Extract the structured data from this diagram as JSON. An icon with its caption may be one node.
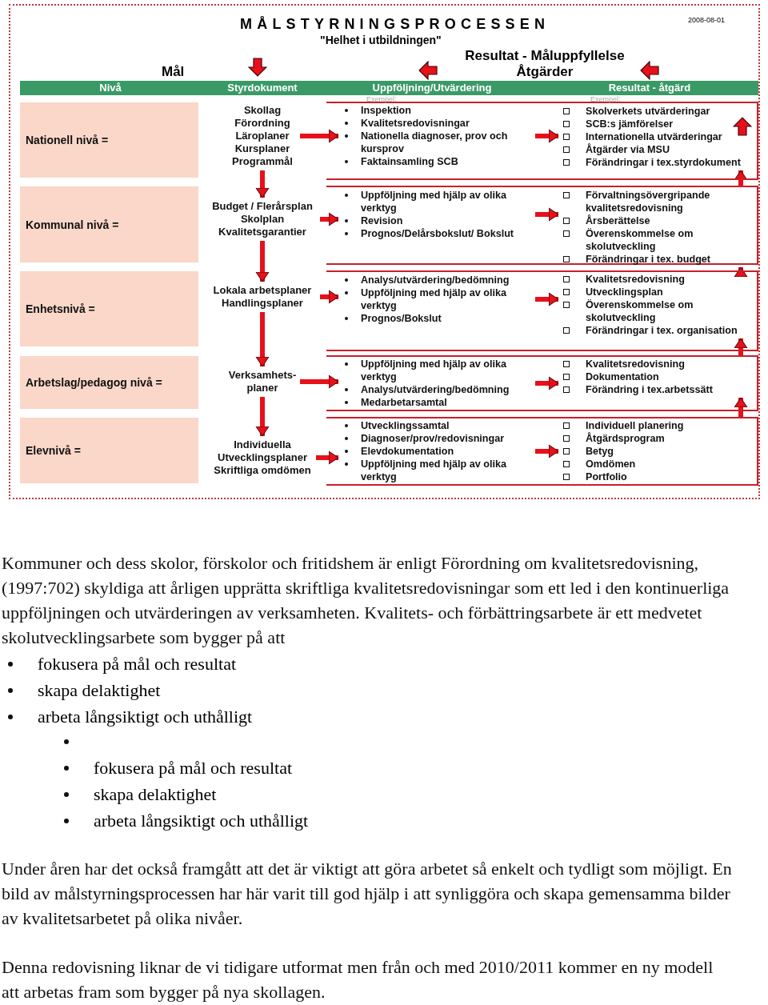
{
  "diagram": {
    "title": "MÅLSTYRNINGSPROCESSEN",
    "nodes": [
      {
        "text": [
          "Nationell nivå ="
        ]
      },
      {
        "text": [
          "Skollag",
          "Förordning",
          "Läroplaner",
          "Kursplaner",
          "Programmål"
        ]
      },
      {
        "text": [
          "Inspektion",
          "Kvalitetsredovisningar",
          "Nationella diagnoser, prov och kursprov",
          "Faktainsamling SCB"
        ],
        "beside": [
          "Exempel:"
        ]
      },
      {
        "text": [
          "Skolverkets utvärderingar",
          "SCB:s jämförelser",
          "Internationella utvärderingar",
          "Åtgärder via MSU",
          "Förändringar i tex.styrdokument"
        ],
        "beside": [
          "Exempel:"
        ]
      },
      {
        "text": [
          "Kommunal nivå ="
        ]
      },
      {
        "text": [
          "Budget / Flerårsplan",
          "Skolplan",
          "Kvalitetsgarantier"
        ]
      },
      {
        "text": [
          "Uppföljning med hjälp av olika verktyg",
          "Revision",
          "Prognos/Delårsbokslut/ Bokslut"
        ]
      },
      {
        "text": [
          "Förvaltningsövergripande kvalitetsredovisning",
          "Årsberättelse",
          "Överenskommelse om skolutveckling",
          "Förändringar i tex. budget"
        ]
      },
      {
        "text": [
          "Enhetsnivå ="
        ]
      },
      {
        "text": [
          "Lokala arbetsplaner",
          "Handlingsplaner"
        ]
      },
      {
        "text": [
          "Analys/utvärdering/bedömning",
          "Uppföljning med hjälp av olika verktyg",
          "Prognos/Bokslut"
        ]
      },
      {
        "text": [
          "Kvalitetsredovisning",
          "Utvecklingsplan",
          "Överenskommelse om skolutveckling",
          "Förändringar i tex. organisation"
        ]
      },
      {
        "text": [
          "Arbetslag/pedagog nivå ="
        ]
      },
      {
        "text": [
          "Verksamhets- planer"
        ]
      },
      {
        "text": [
          "Uppföljning med hjälp av olika verktyg",
          "Analys/utvärdering/bedömning",
          "Medarbetarsamtal"
        ]
      },
      {
        "text": [
          "Kvalitetsredovisning",
          "Dokumentation",
          "Förändring i tex.arbetssätt"
        ]
      },
      {
        "text": [
          "Elevnivå ="
        ]
      },
      {
        "text": [
          "Individuella",
          "Utvecklingsplaner",
          "Skriftliga omdömen"
        ]
      },
      {
        "text": [
          "Utvecklingssamtal",
          "Diagnoser/prov/redovisningar",
          "Elevdokumentation",
          "Uppföljning med hjälp av olika verktyg"
        ]
      },
      {
        "text": [
          "Individuell planering",
          "Åtgärdsprogram",
          "Betyg",
          "Omdömen",
          "Portfolio"
        ]
      }
    ],
    "edges": [
      {
        "from": 1,
        "to": 2,
        "arrow": "to"
      },
      {
        "from": 2,
        "to": 3,
        "arrow": "to"
      },
      {
        "from": 5,
        "to": 6,
        "arrow": "to"
      },
      {
        "from": 6,
        "to": 7,
        "arrow": "to"
      },
      {
        "from": 9,
        "to": 10,
        "arrow": "to"
      },
      {
        "from": 10,
        "to": 11,
        "arrow": "to"
      },
      {
        "from": 13,
        "to": 14,
        "arrow": "to"
      },
      {
        "from": 14,
        "to": 15,
        "arrow": "to"
      },
      {
        "from": 17,
        "to": 18,
        "arrow": "to"
      },
      {
        "from": 18,
        "to": 19,
        "arrow": "to"
      },
      {
        "from": 1,
        "to": 5,
        "arrow": "to"
      },
      {
        "from": 5,
        "to": 9,
        "arrow": "to"
      },
      {
        "from": 9,
        "to": 13,
        "arrow": "to"
      },
      {
        "from": 13,
        "to": 17,
        "arrow": "to"
      },
      {
        "from": 7,
        "to": 3,
        "arrow": "to"
      },
      {
        "from": 11,
        "to": 7,
        "arrow": "to"
      },
      {
        "from": 15,
        "to": 11,
        "arrow": "to"
      },
      {
        "from": 19,
        "to": 15,
        "arrow": "to"
      }
    ],
    "labels": [
      "\"Helhet i utbildningen\"",
      "2008-08-01",
      "Mål",
      "Resultat - Måluppfyllelse Åtgärder",
      "Nivå",
      "Styrdokument",
      "Uppföljning/Utvärdering",
      "Resultat - åtgärd",
      "Kommuner och dess skolor, förskolor och fritidshem är enligt Förordning om kvalitetsredovisning, (1997:702) skyldiga att årligen upprätta skriftliga kvalitetsredovisningar som ett led i den kontinuerliga uppföljningen och utvärderingen av verksamheten. Kvalitets- och förbättringsarbete är ett medvetet skolutvecklingsarbete som bygger på att",
      "fokusera på mål och resultat",
      "skapa delaktighet",
      "arbeta långsiktigt och uthålligt",
      "fokusera på mål och resultat",
      "skapa delaktighet",
      "arbeta långsiktigt och uthålligt",
      "Under åren har det också framgått att det är viktigt att göra arbetet så enkelt och tydligt som möjligt. En bild av målstyrningsprocessen har här varit till god hjälp i att synliggöra och skapa gemensamma bilder av kvalitetsarbetet på olika nivåer.",
      "Denna redovisning liknar de vi tidigare utformat men från och med 2010/2011 kommer en ny modell att arbetas fram som bygger på nya skollagen."
    ]
  }
}
